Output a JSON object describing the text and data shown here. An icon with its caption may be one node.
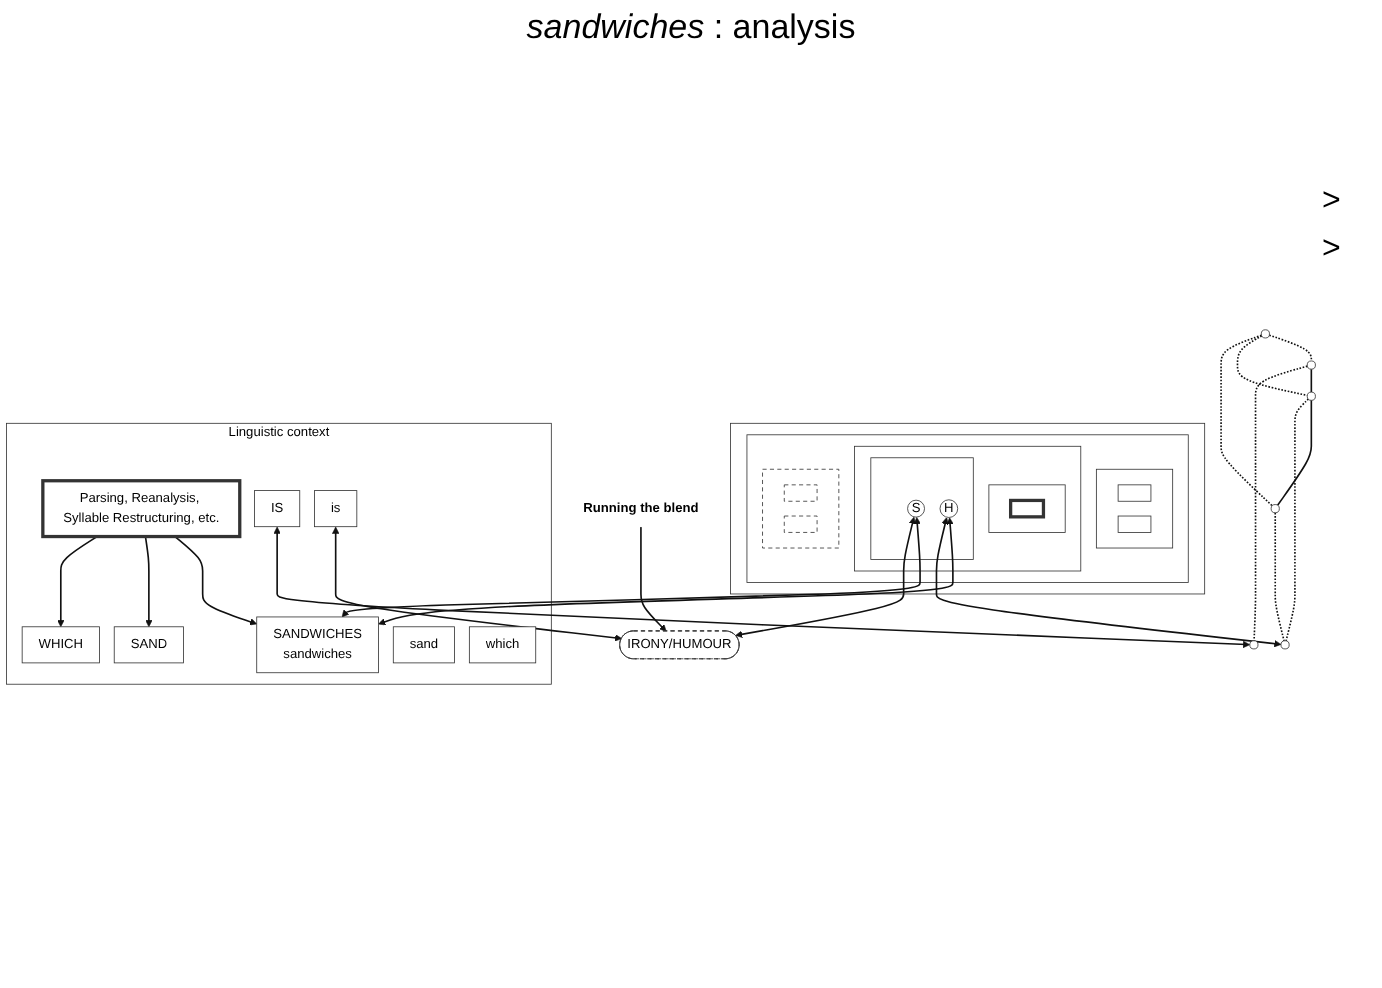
{
  "diagram": {
    "title": "*sandwiches* : analysis",
    "nodes": [
      {
        "text": [],
        "shape": "box"
      },
      {
        "text": [],
        "shape": "box",
        "in": 0
      },
      {
        "text": [],
        "shape": "box",
        "in": 1
      },
      {
        "text": [],
        "shape": "box",
        "in": 2
      },
      {
        "text": [],
        "shape": "box",
        "in": 2
      },
      {
        "text": [],
        "shape": "box",
        "in": 1
      },
      {
        "text": [],
        "shape": "box",
        "in": 5
      },
      {
        "text": [],
        "shape": "box",
        "in": 6
      },
      {
        "text": [],
        "shape": "box",
        "in": 5
      },
      {
        "text": [
          "S"
        ],
        "in": 8
      },
      {
        "text": [
          "H"
        ],
        "in": 8
      },
      {
        "text": [],
        "shape": "box",
        "in": 1
      },
      {
        "text": [],
        "shape": "box",
        "in": 11
      },
      {
        "text": [],
        "shape": "box",
        "in": 11
      },
      {
        "text": [
          "Linguistic context"
        ]
      },
      {
        "text": [
          "SANDWICHES",
          "sandwiches"
        ],
        "in": 14
      },
      {
        "text": [
          "Parsing, Reanalysis, Syllable Restructuring, etc."
        ],
        "in": 14
      },
      {
        "text": [
          "SAND"
        ],
        "in": 14
      },
      {
        "text": [
          "WHICH"
        ],
        "in": 14
      },
      {
        "text": [
          "IS"
        ],
        "in": 14
      },
      {
        "text": [
          "sand"
        ],
        "in": 14
      },
      {
        "text": [
          "which"
        ],
        "in": 14
      },
      {
        "text": [
          "is"
        ],
        "in": 14
      },
      {
        "text": [],
        "shape": "circle"
      },
      {
        "text": [],
        "shape": "circle"
      },
      {
        "text": [],
        "shape": "circle"
      },
      {
        "text": [],
        "shape": "circle"
      },
      {
        "text": [],
        "shape": "circle"
      },
      {
        "text": [],
        "shape": "circle"
      },
      {
        "text": [
          "IRONY/HUMOUR"
        ]
      },
      {
        "text": [
          "Running the blend"
        ]
      }
    ],
    "edges": [
      {
        "from": 16,
        "to": 15,
        "arrow": "to"
      },
      {
        "from": 16,
        "to": 17,
        "arrow": "to"
      },
      {
        "from": 16,
        "to": 18,
        "arrow": "to"
      },
      {
        "from": 9,
        "to": 15,
        "arrow": "both"
      },
      {
        "from": 10,
        "to": 15,
        "arrow": "both"
      },
      {
        "from": 9,
        "to": 29,
        "arrow": "both"
      },
      {
        "from": 10,
        "to": 28,
        "arrow": "both"
      },
      {
        "from": 19,
        "to": 27,
        "arrow": "both"
      },
      {
        "from": 22,
        "to": 29,
        "arrow": "both"
      },
      {
        "from": 30,
        "to": 29,
        "arrow": "to"
      },
      {
        "from": 24,
        "to": 25,
        "arrow": "none"
      },
      {
        "from": 25,
        "to": 26,
        "arrow": "none"
      },
      {
        "from": 23,
        "to": 24,
        "arrow": "none",
        "style": "dashed"
      },
      {
        "from": 23,
        "to": 25,
        "arrow": "none",
        "style": "dashed"
      },
      {
        "from": 23,
        "to": 26,
        "arrow": "none",
        "style": "dashed"
      },
      {
        "from": 24,
        "to": 27,
        "arrow": "none",
        "style": "dashed"
      },
      {
        "from": 25,
        "to": 28,
        "arrow": "none",
        "style": "dashed"
      },
      {
        "from": 26,
        "to": 28,
        "arrow": "none",
        "style": "dashed"
      }
    ],
    "labels": [
      ">",
      ">"
    ]
  }
}
